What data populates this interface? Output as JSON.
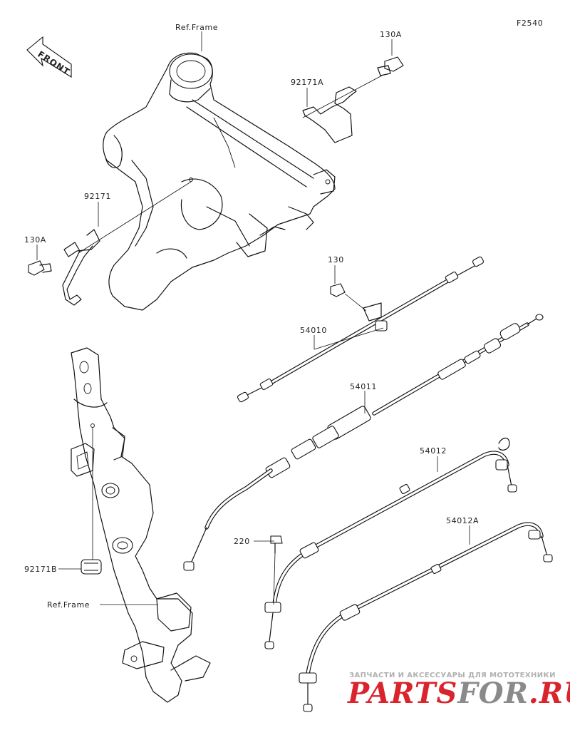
{
  "figure_code": "F2540",
  "front_label": "FRONT",
  "labels": {
    "ref_frame_top": "Ref.Frame",
    "ref_frame_bottom": "Ref.Frame",
    "bolt_130A_top": "130A",
    "bolt_130A_left": "130A",
    "bolt_130": "130",
    "clamp_92171A": "92171A",
    "clamp_92171": "92171",
    "clamp_92171B": "92171B",
    "cable_54010": "54010",
    "cable_54011": "54011",
    "cable_54012": "54012",
    "cable_54012A": "54012A",
    "screw_220": "220"
  },
  "watermark": {
    "top_text": "ЗАПЧАСТИ И АКСЕССУАРЫ ДЛЯ МОТОТЕХНИКИ",
    "logo_part1": "PARTS",
    "logo_part2": "FOR",
    "logo_part3": ".RU",
    "color_red": "#d9232d",
    "color_gray": "#8a8a8a"
  }
}
